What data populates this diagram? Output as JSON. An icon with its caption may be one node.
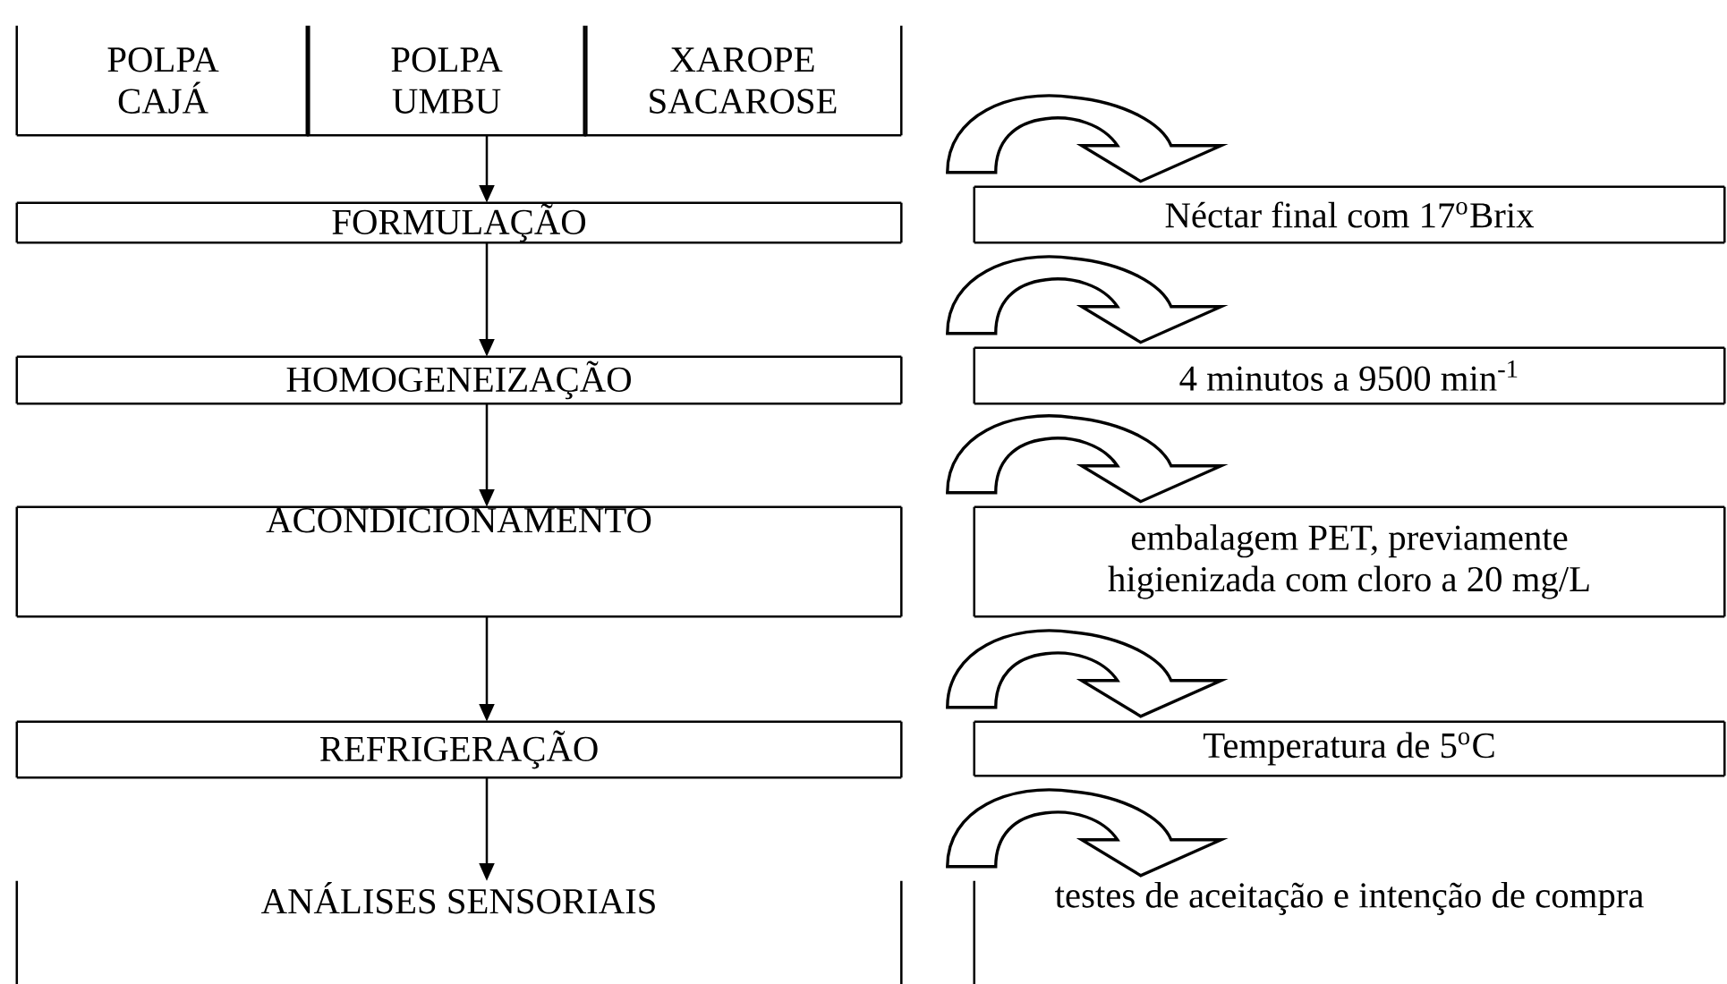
{
  "diagram": {
    "nodes": [
      {
        "text": [
          "POLPA CAJÁ"
        ]
      },
      {
        "text": [
          "POLPA UMBU"
        ]
      },
      {
        "text": [
          "XAROPE SACAROSE"
        ]
      },
      {
        "text": [
          "FORMULAÇÃO"
        ]
      },
      {
        "text": [
          "Néctar final com 17$^{o}$Brix"
        ]
      },
      {
        "text": [
          "HOMOGENEIZAÇÃO"
        ]
      },
      {
        "text": [
          "4 minutos a 9500 min$^{-1}$"
        ]
      },
      {
        "text": [
          "ACONDICIONAMENTO"
        ]
      },
      {
        "text": [
          "embalagem PET, previamente higienizada com cloro a 20 mg/L"
        ]
      },
      {
        "text": [
          "REFRIGERAÇÃO"
        ]
      },
      {
        "text": [
          "Temperatura de 5$^{o}$C"
        ]
      },
      {
        "text": [
          "ANÁLISES SENSORIAIS"
        ]
      },
      {
        "text": [
          "testes de aceitação e intenção de compra"
        ]
      }
    ],
    "edges": [
      {
        "from": 1,
        "to": 3,
        "arrow": "to"
      },
      {
        "from": 3,
        "to": 5,
        "arrow": "to"
      },
      {
        "from": 5,
        "to": 7,
        "arrow": "to"
      },
      {
        "from": 7,
        "to": 9,
        "arrow": "to"
      },
      {
        "from": 9,
        "to": 11,
        "arrow": "to"
      },
      {
        "from": null,
        "to": 4,
        "arrow": "to",
        "style": "thick"
      },
      {
        "from": null,
        "to": 6,
        "arrow": "to",
        "style": "thick"
      },
      {
        "from": null,
        "to": 8,
        "arrow": "to",
        "style": "thick"
      },
      {
        "from": null,
        "to": 10,
        "arrow": "to",
        "style": "thick"
      },
      {
        "from": null,
        "to": 12,
        "arrow": "to",
        "style": "thick"
      }
    ]
  }
}
